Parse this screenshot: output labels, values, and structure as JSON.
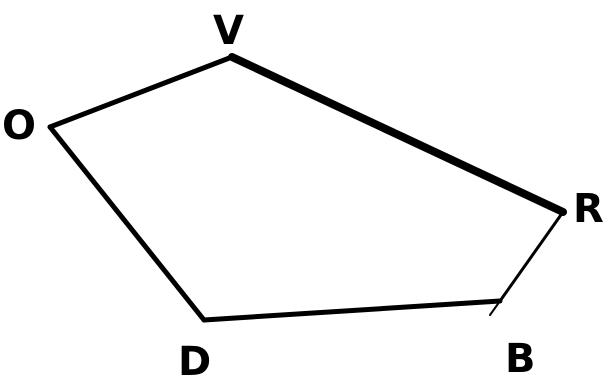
{
  "diagram": {
    "type": "polygon",
    "vertices": [
      {
        "id": "V",
        "label": "V"
      },
      {
        "id": "O",
        "label": "O"
      },
      {
        "id": "D",
        "label": "D"
      },
      {
        "id": "B",
        "label": "B"
      },
      {
        "id": "R",
        "label": "R"
      }
    ],
    "edges": [
      {
        "from": "O",
        "to": "V",
        "emphasis": "normal"
      },
      {
        "from": "V",
        "to": "R",
        "emphasis": "bold"
      },
      {
        "from": "R",
        "to": "B",
        "emphasis": "thin"
      },
      {
        "from": "B",
        "to": "D",
        "emphasis": "normal"
      },
      {
        "from": "D",
        "to": "O",
        "emphasis": "normal"
      }
    ],
    "colors": {
      "stroke": "#000000",
      "background": "#ffffff"
    }
  }
}
